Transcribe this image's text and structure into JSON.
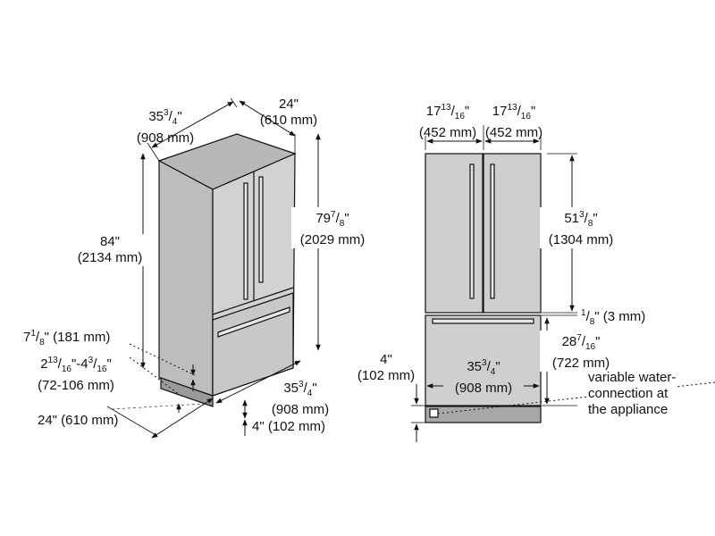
{
  "left_view": {
    "depth_total": {
      "line1": "35",
      "line1_sup": "3",
      "line1_sub": "4",
      "line1_suffix": "\"",
      "line2": "(908 mm)"
    },
    "width_top": {
      "line1": "24\"",
      "line2": "(610 mm)"
    },
    "height_total": {
      "line1": "84\"",
      "line2": "(2134 mm)"
    },
    "height_door": {
      "line1": "79",
      "line1_sup": "7",
      "line1_sub": "8",
      "line1_suffix": "\"",
      "line2": "(2029 mm)"
    },
    "toe_height": {
      "line1": "7",
      "line1_sup": "1",
      "line1_sub": "8",
      "line1_suffix": "\" (181 mm)"
    },
    "toe_range": {
      "line1_a": "2",
      "line1_a_sup": "13",
      "line1_a_sub": "16",
      "line1_mid": "\"-4",
      "line1_b_sup": "3",
      "line1_b_sub": "16",
      "line1_suffix": "\"",
      "line2": "(72-106 mm)"
    },
    "width_bottom": {
      "line1": "24\" (610 mm)"
    },
    "depth_side": {
      "line1": "35",
      "line1_sup": "3",
      "line1_sub": "4",
      "line1_suffix": "\"",
      "line2": "(908 mm)"
    },
    "base_height": {
      "line1": "4\" (102 mm)"
    }
  },
  "right_view": {
    "door_left": {
      "line1": "17",
      "line1_sup": "13",
      "line1_sub": "16",
      "line1_suffix": "\"",
      "line2": "(452 mm)"
    },
    "door_right": {
      "line1": "17",
      "line1_sup": "13",
      "line1_sub": "16",
      "line1_suffix": "\"",
      "line2": "(452 mm)"
    },
    "upper_height": {
      "line1": "51",
      "line1_sup": "3",
      "line1_sub": "8",
      "line1_suffix": "\"",
      "line2": "(1304 mm)"
    },
    "gap": {
      "line1_sup": "1",
      "line1_sub": "8",
      "line1_suffix": "\" (3 mm)"
    },
    "drawer_height": {
      "line1": "28",
      "line1_sup": "7",
      "line1_sub": "16",
      "line1_suffix": "\"",
      "line2": "(722 mm)"
    },
    "base_height": {
      "line1": "4\"",
      "line2": "(102 mm)"
    },
    "width": {
      "line1": "35",
      "line1_sup": "3",
      "line1_sub": "4",
      "line1_suffix": "\"",
      "line2": "(908 mm)"
    },
    "water_note": {
      "line1": "variable water-",
      "line2": "connection at",
      "line3": "the appliance"
    }
  }
}
